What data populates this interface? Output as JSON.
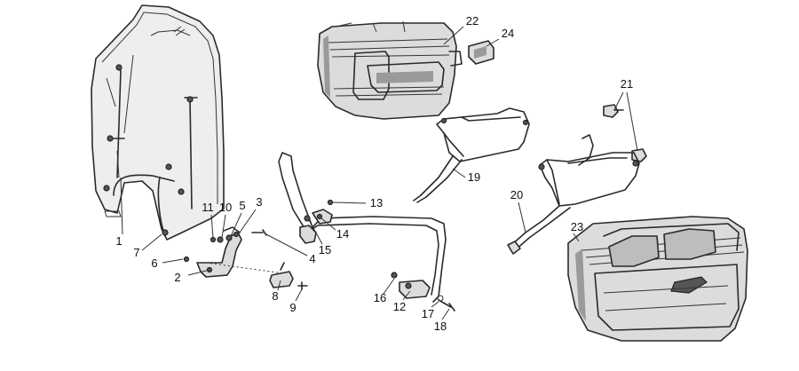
{
  "labels": [
    {
      "id": "1",
      "text": "1"
    },
    {
      "id": "2",
      "text": "2"
    },
    {
      "id": "3",
      "text": "3"
    },
    {
      "id": "4",
      "text": "4"
    },
    {
      "id": "5",
      "text": "5"
    },
    {
      "id": "6",
      "text": "6"
    },
    {
      "id": "7",
      "text": "7"
    },
    {
      "id": "8",
      "text": "8"
    },
    {
      "id": "9",
      "text": "9"
    },
    {
      "id": "10",
      "text": "10"
    },
    {
      "id": "11",
      "text": "11"
    },
    {
      "id": "12",
      "text": "12"
    },
    {
      "id": "13",
      "text": "13"
    },
    {
      "id": "14",
      "text": "14"
    },
    {
      "id": "15",
      "text": "15"
    },
    {
      "id": "16",
      "text": "16"
    },
    {
      "id": "17",
      "text": "17"
    },
    {
      "id": "18",
      "text": "18"
    },
    {
      "id": "19",
      "text": "19"
    },
    {
      "id": "20",
      "text": "20"
    },
    {
      "id": "21",
      "text": "21"
    },
    {
      "id": "22",
      "text": "22"
    },
    {
      "id": "23",
      "text": "23"
    },
    {
      "id": "24",
      "text": "24"
    }
  ]
}
